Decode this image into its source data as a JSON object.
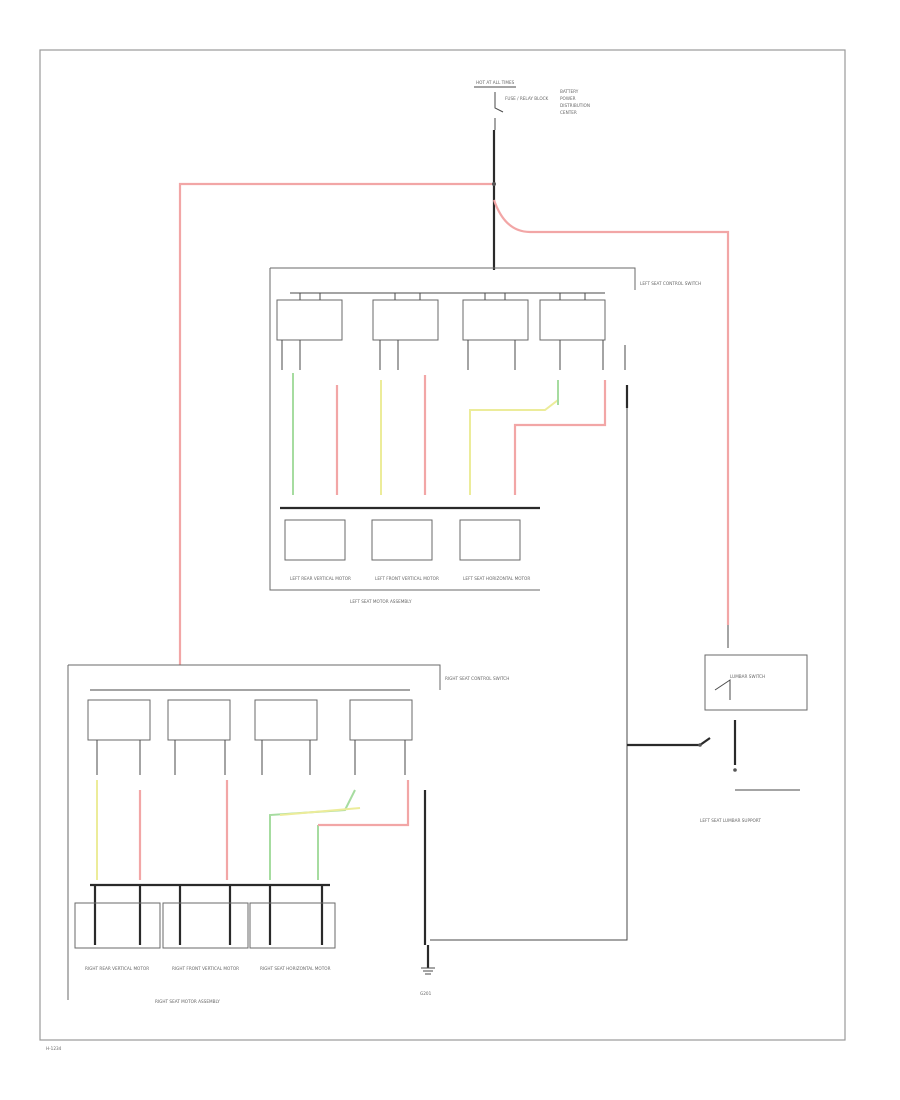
{
  "diagram": {
    "source": {
      "label": "HOT AT ALL TIMES",
      "fuse": "FUSE / RELAY BLOCK",
      "notes": [
        "BATTERY",
        "POWER",
        "DISTRIBUTION",
        "CENTER"
      ]
    },
    "left_switch": {
      "label": "LEFT SEAT CONTROL SWITCH"
    },
    "right_switch": {
      "label": "RIGHT SEAT CONTROL SWITCH"
    },
    "left_motor_block": {
      "label": "LEFT SEAT MOTOR ASSEMBLY",
      "motors": [
        "LEFT REAR VERTICAL MOTOR",
        "LEFT FRONT VERTICAL MOTOR",
        "LEFT SEAT HORIZONTAL MOTOR"
      ]
    },
    "right_motor_block": {
      "label": "RIGHT SEAT MOTOR ASSEMBLY",
      "motors": [
        "RIGHT REAR VERTICAL MOTOR",
        "RIGHT FRONT VERTICAL MOTOR",
        "RIGHT SEAT HORIZONTAL MOTOR"
      ]
    },
    "lumbar": {
      "label": "LEFT SEAT LUMBAR SUPPORT",
      "switch": "LUMBAR SWITCH"
    },
    "ground": {
      "label": "G201"
    },
    "footer": "H-1234"
  }
}
